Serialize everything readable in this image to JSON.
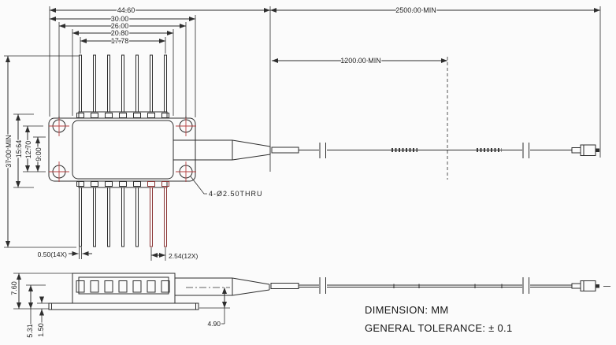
{
  "top_view": {
    "dim_overall_length": "44.60",
    "dim_flange_width": "30.00",
    "dim_hole_span": "26.00",
    "dim_body_width": "20.80",
    "dim_pin_span": "17.78",
    "dim_fiber_total": "2500.00 MIN",
    "dim_fiber_first": "1200.00 MIN",
    "dim_overall_height": "37.00 MIN",
    "dim_flange_height": "15.64",
    "dim_hole_vspan": "12.70",
    "dim_hole_voffset": "9.00",
    "dim_pin_width": "0.50(14X)",
    "dim_pin_pitch": "2.54(12X)",
    "callout_holes": "4-Ø2.50THRU"
  },
  "side_view": {
    "dim_total_height": "7.60",
    "dim_axis_height": "5.31",
    "dim_base_thickness": "1.50",
    "dim_axis_to_base": "4.90"
  },
  "notes": {
    "dimension_units": "DIMENSION: MM",
    "general_tolerance": "GENERAL TOLERANCE: ± 0.1"
  },
  "colors": {
    "line": "#2e2e2e",
    "crosshair_red": "#b54040",
    "pin_red": "#8a3434",
    "background": "#fbfbfb"
  }
}
